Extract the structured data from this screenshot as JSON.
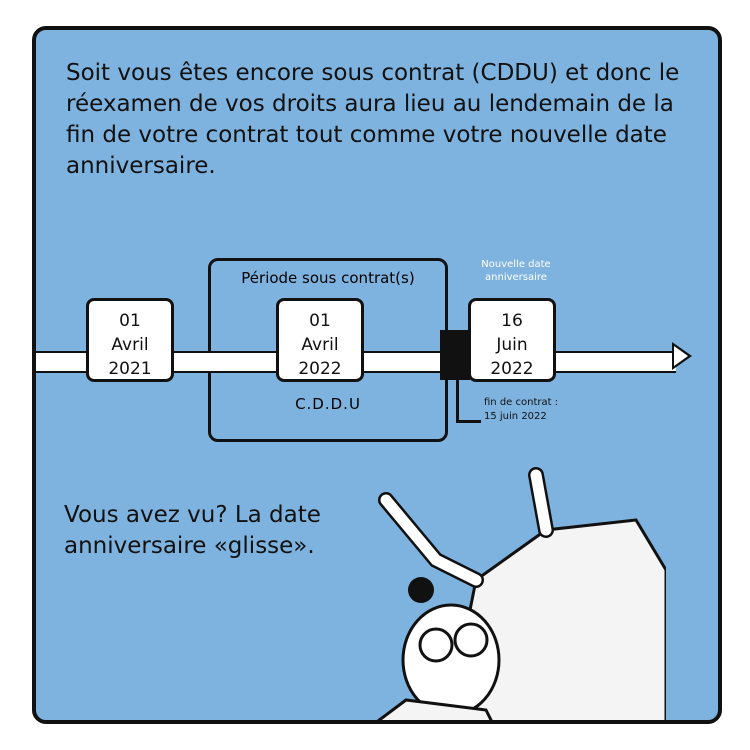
{
  "intro_text": "Soit vous êtes encore sous contrat (CDDU) et donc le réexamen de vos droits aura lieu au lendemain de la fin de votre contrat tout comme votre nouvelle date anniversaire.",
  "timeline": {
    "dates": [
      {
        "day": "01",
        "month": "Avril",
        "year": "2021"
      },
      {
        "day": "01",
        "month": "Avril",
        "year": "2022"
      },
      {
        "day": "16",
        "month": "Juin",
        "year": "2022"
      }
    ],
    "period_title": "Période sous contrat(s)",
    "period_label": "C.D.D.U",
    "new_date_label": "Nouvelle date anniversaire",
    "end_contract_label": "fin de contrat :",
    "end_contract_date": "15 juin 2022"
  },
  "outro_text_1": "Vous avez vu? La date",
  "outro_text_2": "anniversaire «glisse».",
  "colors": {
    "background": "#7fb3df"
  }
}
